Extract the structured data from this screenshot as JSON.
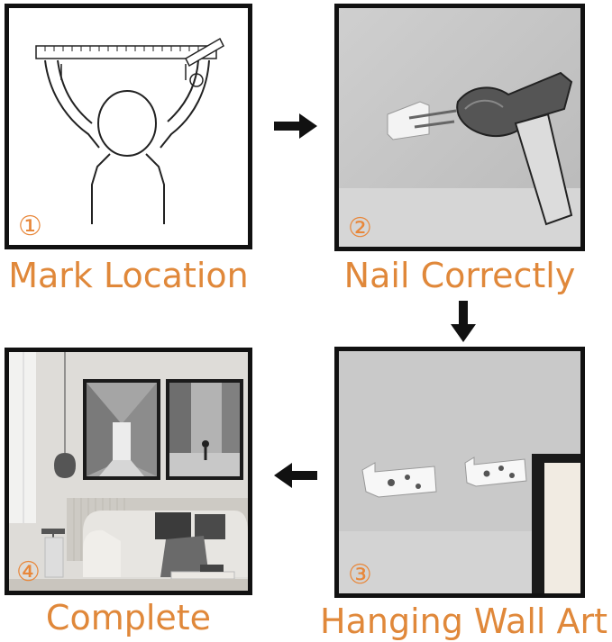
{
  "steps": [
    {
      "number": "①",
      "caption": "Mark Location"
    },
    {
      "number": "②",
      "caption": "Nail Correctly"
    },
    {
      "number": "③",
      "caption": "Hanging Wall Art"
    },
    {
      "number": "④",
      "caption": "Complete"
    }
  ],
  "colors": {
    "accent": "#e0883a",
    "frame": "#111111"
  },
  "icons": [
    "arrow-right-icon",
    "arrow-down-icon",
    "arrow-left-icon"
  ]
}
